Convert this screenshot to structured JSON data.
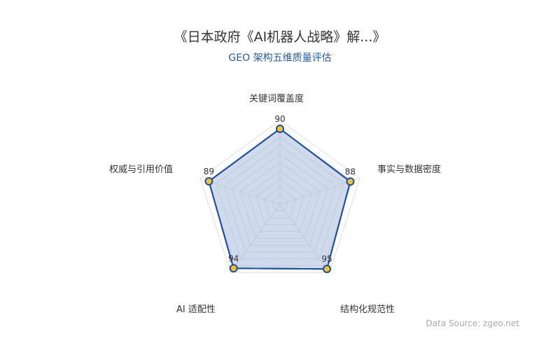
{
  "header": {
    "title": "《日本政府《AI机器人战略》解...》",
    "subtitle": "GEO 架构五维质量评估"
  },
  "footer": {
    "source": "Data Source: zgeo.net"
  },
  "colors": {
    "line": "#1f4e9c",
    "fill": "#c8d4ea",
    "point": "#f2c12e",
    "grid": "#dddddd",
    "subtitle": "#2a5a9a"
  },
  "chart_data": {
    "type": "radar",
    "title": "《日本政府《AI机器人战略》解...》",
    "subtitle": "GEO 架构五维质量评估",
    "categories": [
      "关键词覆盖度",
      "事实与数据密度",
      "结构化规范性",
      "AI 适配性",
      "权威与引用价值"
    ],
    "values": [
      90,
      88,
      95,
      94,
      89
    ],
    "labels": [
      "90",
      "88",
      "95",
      "94",
      "89"
    ],
    "range": [
      0,
      100
    ],
    "grid_rings": 10,
    "legend": "none",
    "source": "Data Source: zgeo.net"
  }
}
